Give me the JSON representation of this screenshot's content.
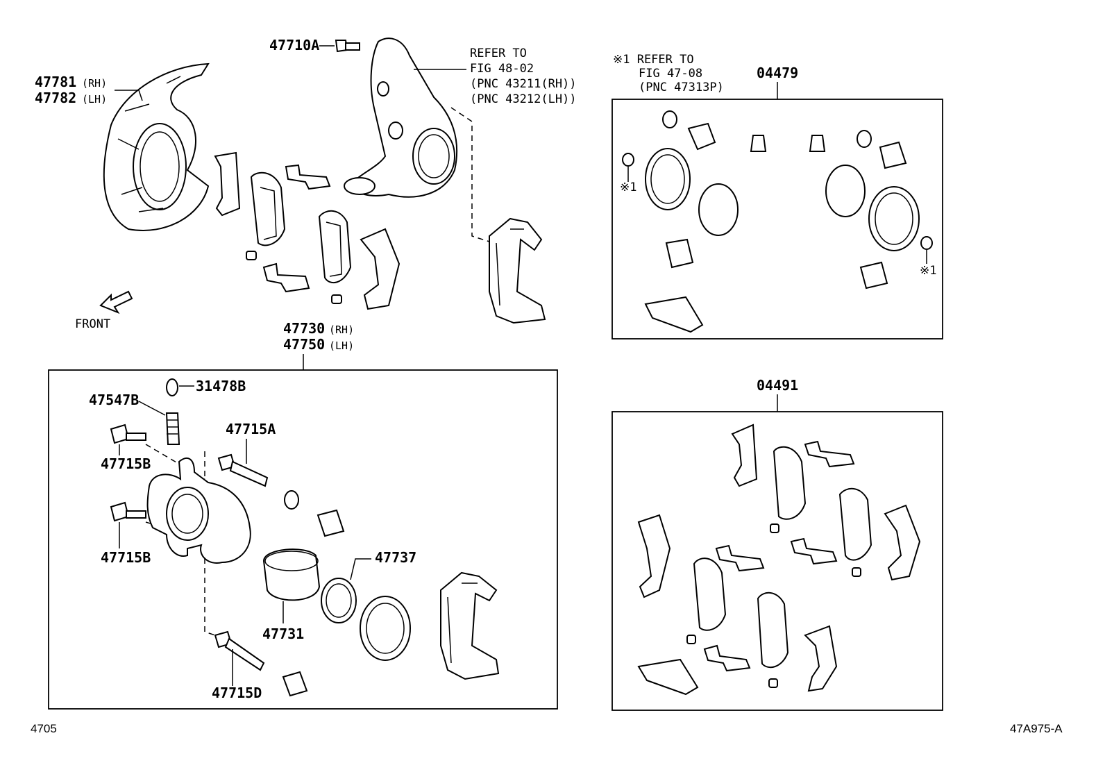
{
  "diagram": {
    "shield": {
      "pn": "47781",
      "rh": "(RH)",
      "pn2": "47782",
      "lh": "(LH)"
    },
    "bolt_top": "47710A",
    "refer_knuckle": {
      "line1": "REFER TO",
      "line2": "FIG 48-02",
      "line3": "(PNC 43211(RH))",
      "line4": "(PNC 43212(LH))"
    },
    "refer_kit": {
      "line1": "※1 REFER TO",
      "line2": "FIG 47-08",
      "line3": "(PNC 47313P)"
    },
    "kit_seal": "04479",
    "kit_pad": "04491",
    "front_label": "FRONT",
    "caliper": {
      "pn": "47730",
      "rh": "(RH)",
      "pn2": "47750",
      "lh": "(LH)"
    },
    "parts": {
      "bleeder_cap": "31478B",
      "bleeder_plug": "47547B",
      "pin_a": "47715A",
      "bolt_b1": "47715B",
      "bolt_b2": "47715B",
      "seal": "47737",
      "piston": "47731",
      "pin_d": "47715D"
    },
    "mark1_a": "※1",
    "mark1_b": "※1",
    "page_num": "4705",
    "diagram_id": "47A975-A"
  }
}
